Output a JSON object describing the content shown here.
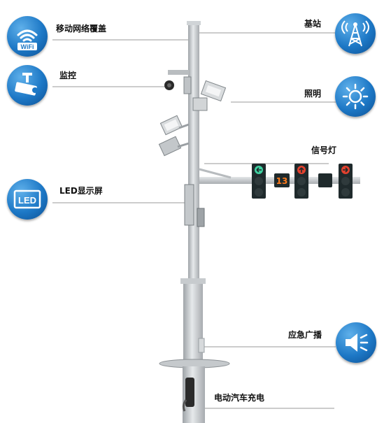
{
  "labels": {
    "wifi": "移动网络覆盖",
    "camera": "监控",
    "led": "LED显示屏",
    "base_station": "基站",
    "lighting": "照明",
    "traffic_light": "信号灯",
    "broadcast": "应急广播",
    "ev_charging": "电动汽车充电"
  },
  "icons": {
    "wifi": "wifi-icon",
    "camera": "cctv-camera-icon",
    "led": "led-sign-icon",
    "base_station": "radio-tower-icon",
    "lighting": "sun-icon",
    "broadcast": "speaker-icon"
  },
  "icon_text": {
    "wifi": "WiFi",
    "led": "LED"
  },
  "signal": {
    "countdown": "13"
  },
  "colors": {
    "icon_blue": "#1d78c6",
    "pole": "#cfd3d6",
    "signal_green": "#3fd0a0",
    "signal_red": "#e2412e",
    "countdown": "#ff7a1a"
  }
}
